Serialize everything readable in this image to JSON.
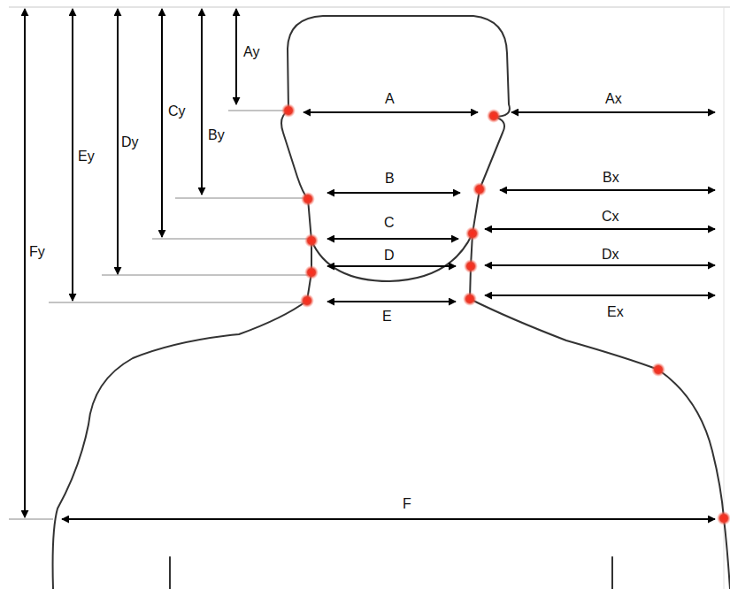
{
  "diagram": {
    "labels": [
      "Ay",
      "A",
      "Ax",
      "Cy",
      "By",
      "Ey",
      "Dy",
      "B",
      "Bx",
      "C",
      "Cx",
      "Fy",
      "D",
      "Dx",
      "E",
      "Ex",
      "F"
    ]
  }
}
